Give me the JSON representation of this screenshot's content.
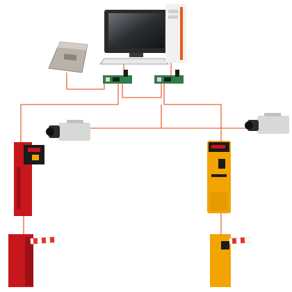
{
  "diagram": {
    "kind": "parking-system-topology",
    "palette": {
      "wire": "#e8683a",
      "red_unit": "#c8161d",
      "yellow_unit": "#f2a400",
      "dark_panel": "#1b1b1b",
      "pcb_green": "#2f7d4a",
      "camera_body": "#d7d9d6",
      "monitor_frame": "#2a2a2a",
      "tower_white": "#f1f1f1",
      "tower_orange": "#e85a1b",
      "boom_stripe_red": "#e3322b",
      "boom_stripe_white": "#ffffff"
    },
    "nodes": [
      {
        "id": "pc",
        "icon": "desktop-computer-icon"
      },
      {
        "id": "reader",
        "icon": "card-reader-icon"
      },
      {
        "id": "ctrl_left",
        "icon": "controller-board-icon"
      },
      {
        "id": "ctrl_right",
        "icon": "controller-board-icon"
      },
      {
        "id": "cam_left",
        "icon": "cctv-camera-icon"
      },
      {
        "id": "cam_right",
        "icon": "cctv-camera-icon"
      },
      {
        "id": "ticket_red",
        "icon": "ticket-dispenser-icon"
      },
      {
        "id": "ticket_yellow",
        "icon": "ticket-dispenser-icon"
      },
      {
        "id": "barrier_red",
        "icon": "boom-barrier-icon"
      },
      {
        "id": "barrier_yellow",
        "icon": "boom-barrier-icon"
      }
    ]
  }
}
